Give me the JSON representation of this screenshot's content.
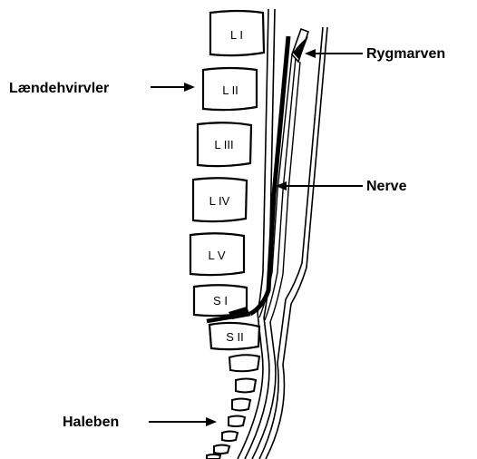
{
  "vertebrae": {
    "l1": "L I",
    "l2": "L II",
    "l3": "L III",
    "l4": "L IV",
    "l5": "L V",
    "s1": "S I",
    "s2": "S II"
  },
  "callouts": {
    "spinal_cord": "Rygmarven",
    "lumbar_vertebrae": "Lændehvirvler",
    "nerve": "Nerve",
    "tailbone": "Haleben"
  }
}
